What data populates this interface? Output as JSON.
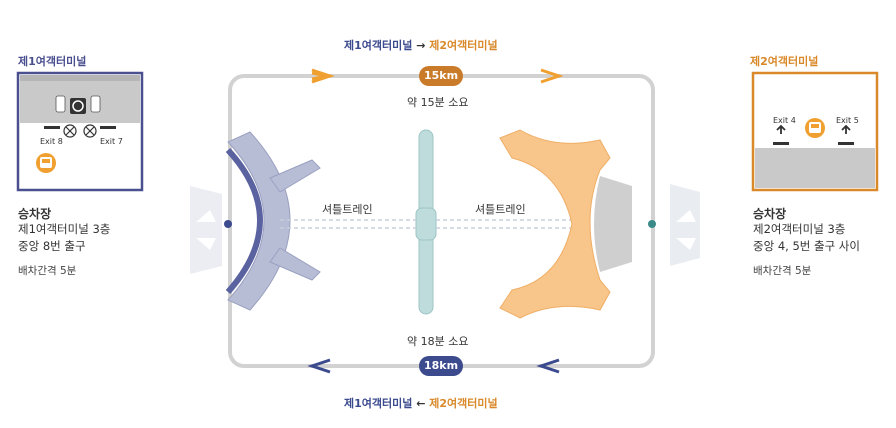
{
  "terminal1": {
    "title": "제1여객터미널",
    "exit_left": "Exit 8",
    "exit_right": "Exit 7",
    "heading": "승차장",
    "line1": "제1여객터미널 3층",
    "line2": "중앙 8번 출구",
    "interval": "배차간격 5분"
  },
  "terminal2": {
    "title": "제2여객터미널",
    "exit_left": "Exit 4",
    "exit_right": "Exit 5",
    "heading": "승차장",
    "line1": "제2여객터미널 3층",
    "line2": "중앙 4, 5번 출구 사이",
    "interval": "배차간격 5분"
  },
  "route_top": {
    "from": "제1여객터미널",
    "arrow": "→",
    "to": "제2여객터미널",
    "distance": "15km",
    "time": "약 15분 소요"
  },
  "route_bottom": {
    "from": "제1여객터미널",
    "arrow": "←",
    "to": "제2여객터미널",
    "distance": "18km",
    "time": "약 18분 소요"
  },
  "shuttle_left": "셔틀트레인",
  "shuttle_right": "셔틀트레인",
  "colors": {
    "t1": "#4a4f8f",
    "t2": "#d9892a",
    "loop": "#d0d0d0",
    "bus": "#f0a030"
  }
}
